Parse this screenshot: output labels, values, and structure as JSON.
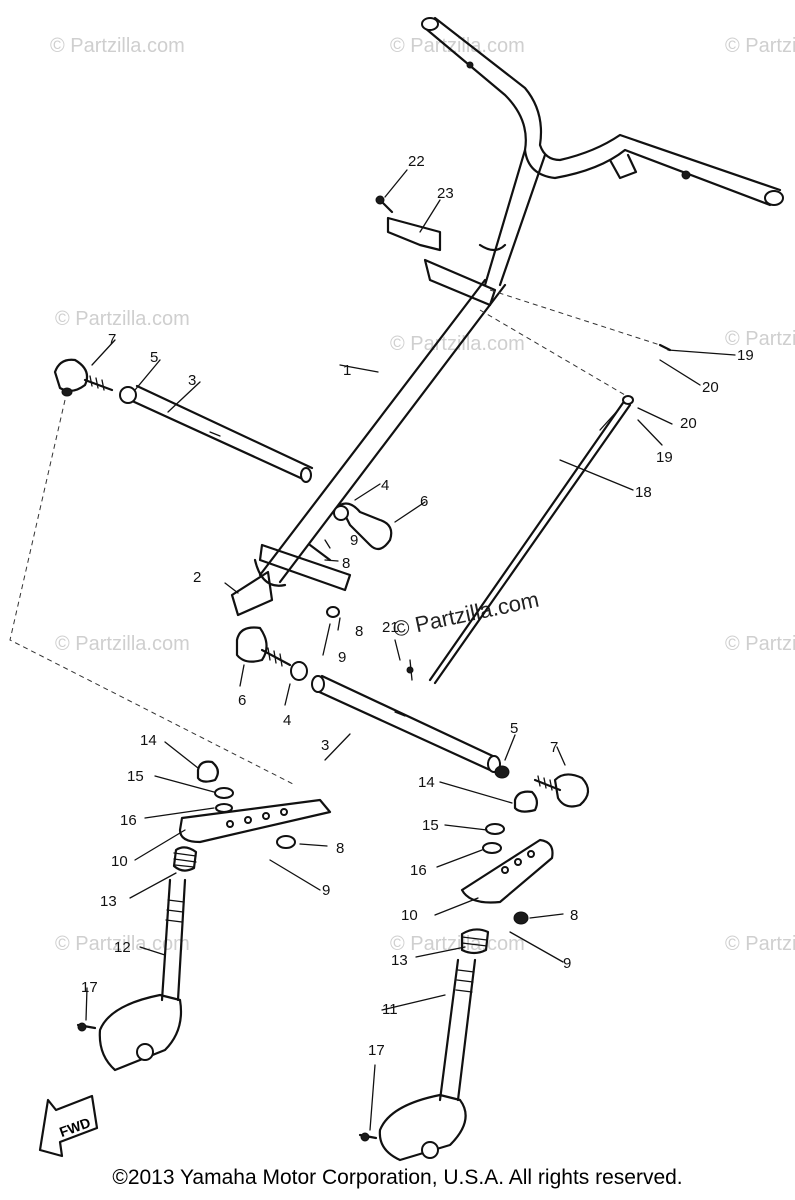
{
  "watermarks": {
    "text": "© Partzilla.com",
    "center_text": "© Partzilla.com"
  },
  "callouts": {
    "c1": "1",
    "c2": "2",
    "c3a": "3",
    "c3b": "3",
    "c4a": "4",
    "c4b": "4",
    "c5a": "5",
    "c5b": "5",
    "c6a": "6",
    "c6b": "6",
    "c7a": "7",
    "c7b": "7",
    "c8a": "8",
    "c8b": "8",
    "c8c": "8",
    "c8d": "8",
    "c9a": "9",
    "c9b": "9",
    "c9c": "9",
    "c9d": "9",
    "c10a": "10",
    "c10b": "10",
    "c11": "11",
    "c12": "12",
    "c13a": "13",
    "c13b": "13",
    "c14a": "14",
    "c14b": "14",
    "c15a": "15",
    "c15b": "15",
    "c16a": "16",
    "c16b": "16",
    "c17a": "17",
    "c17b": "17",
    "c18": "18",
    "c19a": "19",
    "c19b": "19",
    "c20a": "20",
    "c20b": "20",
    "c21": "21",
    "c22": "22",
    "c23": "23"
  },
  "fwd_label": "FWD",
  "copyright": "©2013 Yamaha Motor Corporation, U.S.A. All rights reserved."
}
